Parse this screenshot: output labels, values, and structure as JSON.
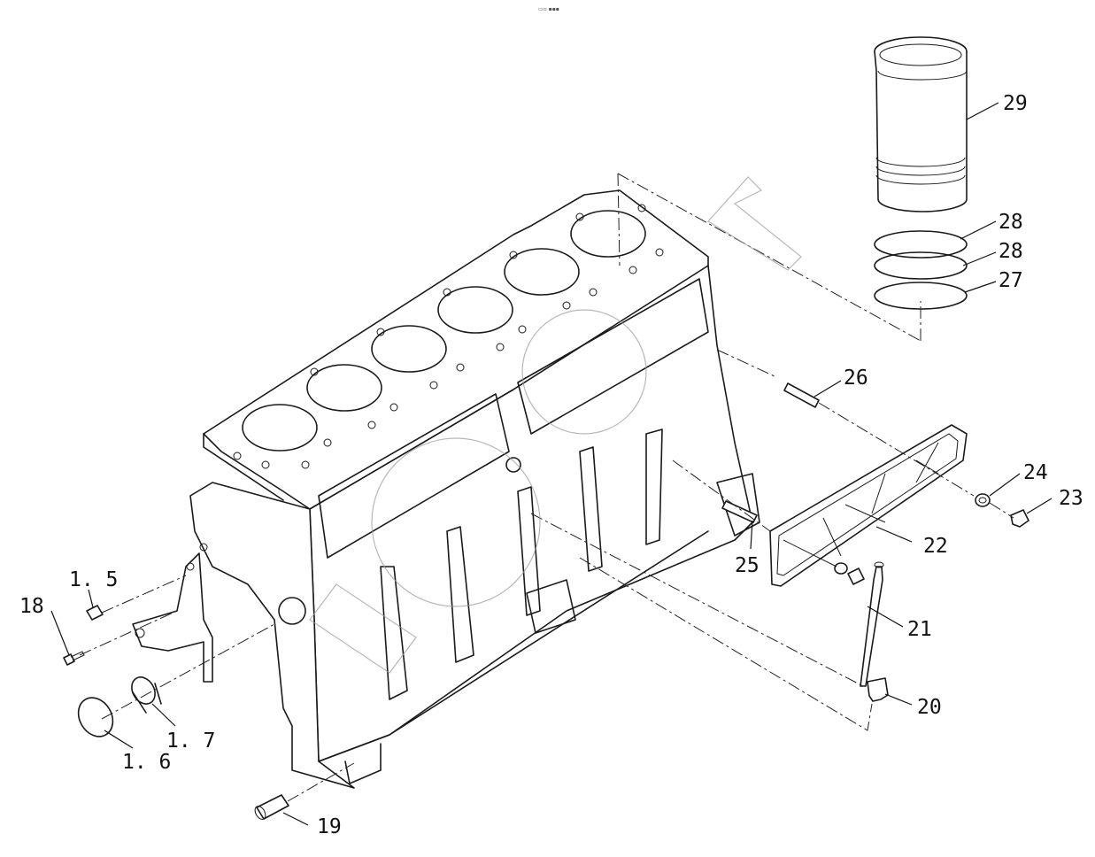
{
  "header_mark": "▭▫ ▪▪▪",
  "callouts": {
    "c15": "1. 5",
    "c16": "1. 6",
    "c17": "1. 7",
    "c18": "18",
    "c19": "19",
    "c20": "20",
    "c21": "21",
    "c22": "22",
    "c23": "23",
    "c24": "24",
    "c25": "25",
    "c26": "26",
    "c27": "27",
    "c28a": "28",
    "c28b": "28",
    "c29": "29"
  }
}
